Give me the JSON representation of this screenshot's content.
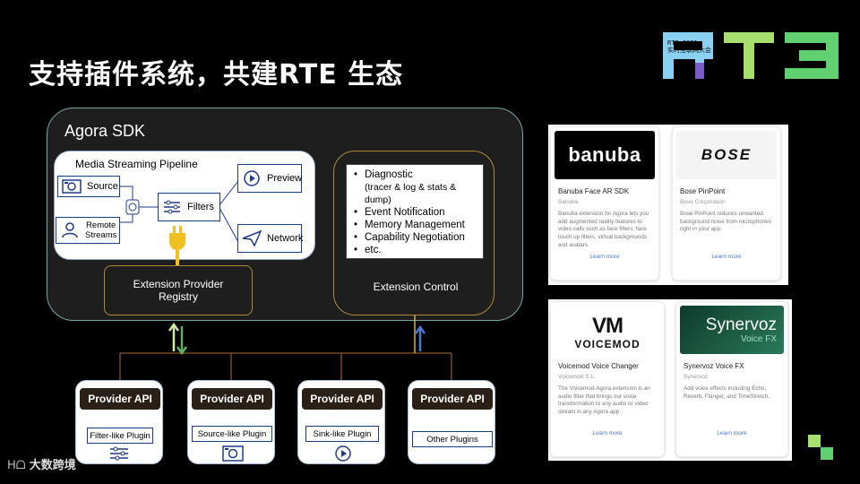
{
  "slide": {
    "title": "支持插件系统，共建RTE 生态",
    "logo_text": "RTE",
    "logo_subtext_line1": "RTE 2021",
    "logo_subtext_line2": "实时互联网大会",
    "logo_colors": {
      "r": "#8ad0f0",
      "t": "#a8e070",
      "e": "#60d070",
      "accent": "#7a5cc8"
    },
    "footer_logo": "大数跨境"
  },
  "sdk": {
    "title": "Agora SDK",
    "pipeline": {
      "title": "Media Streaming Pipeline",
      "source": "Source",
      "remote_line1": "Remote",
      "remote_line2": "Streams",
      "filters": "Filters",
      "preview": "Preview",
      "network": "Network"
    },
    "registry_line1": "Extension Provider",
    "registry_line2": "Registry",
    "control": {
      "label": "Extension Control",
      "items": [
        "Diagnostic",
        "(tracer & log & stats &",
        "dump)",
        "Event Notification",
        "Memory Management",
        "Capability Negotiation",
        "etc."
      ]
    }
  },
  "providers": [
    {
      "head": "Provider API",
      "tag": "Filter-like Plugin",
      "icon": "filter-icon"
    },
    {
      "head": "Provider API",
      "tag": "Source-like Plugin",
      "icon": "camera-icon"
    },
    {
      "head": "Provider API",
      "tag": "Sink-like Plugin",
      "icon": "play-icon"
    },
    {
      "head": "Provider API",
      "tag": "Other Plugins",
      "icon": ""
    }
  ],
  "cards": [
    {
      "logo": "banuba",
      "name": "Banuba Face AR SDK",
      "company": "Banuba",
      "desc": "Banuba extension for Agora lets you add augmented reality features to video calls such as face filters, face touch up filters, virtual backgrounds and avatars.",
      "link": "Learn more",
      "banner_color": "#000000"
    },
    {
      "logo": "BOSE",
      "name": "Bose PinPoint",
      "company": "Bose Corporation",
      "desc": "Bose PinPoint reduces unwanted background noise from microphones right in your app.",
      "link": "Learn more",
      "banner_color": "#f4f4f4"
    },
    {
      "logo_line1": "VM",
      "logo": "VOICEMOD",
      "name": "Voicemod Voice Changer",
      "company": "Voicemod S.L.",
      "desc": "The Voicemod-Agora extension is an audio filter that brings our voice transformation to any audio or video stream in any Agora app",
      "link": "Learn more",
      "banner_color": "#ffffff"
    },
    {
      "logo": "Synervoz",
      "logo_sub": "Voice FX",
      "name": "Synervoz Voice FX",
      "company": "Synervoz",
      "desc": "Add voice effects including Echo, Reverb, Flanger, and TimeStretch.",
      "link": "Learn more",
      "banner_color": "#1e6048"
    }
  ]
}
